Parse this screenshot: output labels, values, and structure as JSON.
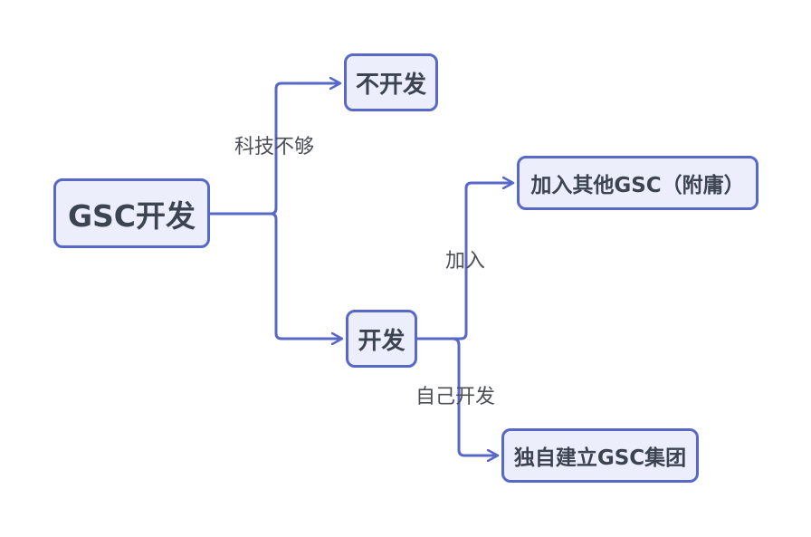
{
  "diagram": {
    "nodes": {
      "root": "GSC开发",
      "no_dev": "不开发",
      "dev": "开发",
      "join_other": "加入其他GSC（附庸）",
      "own_group": "独自建立GSC集团"
    },
    "edge_labels": {
      "tech_insufficient": "科技不够",
      "join": "加入",
      "self_develop": "自己开发"
    },
    "colors": {
      "stroke": "#5768c6",
      "node_fill": "#eceefb",
      "node_text": "#3c4452",
      "label_text": "#4c4f56"
    }
  }
}
